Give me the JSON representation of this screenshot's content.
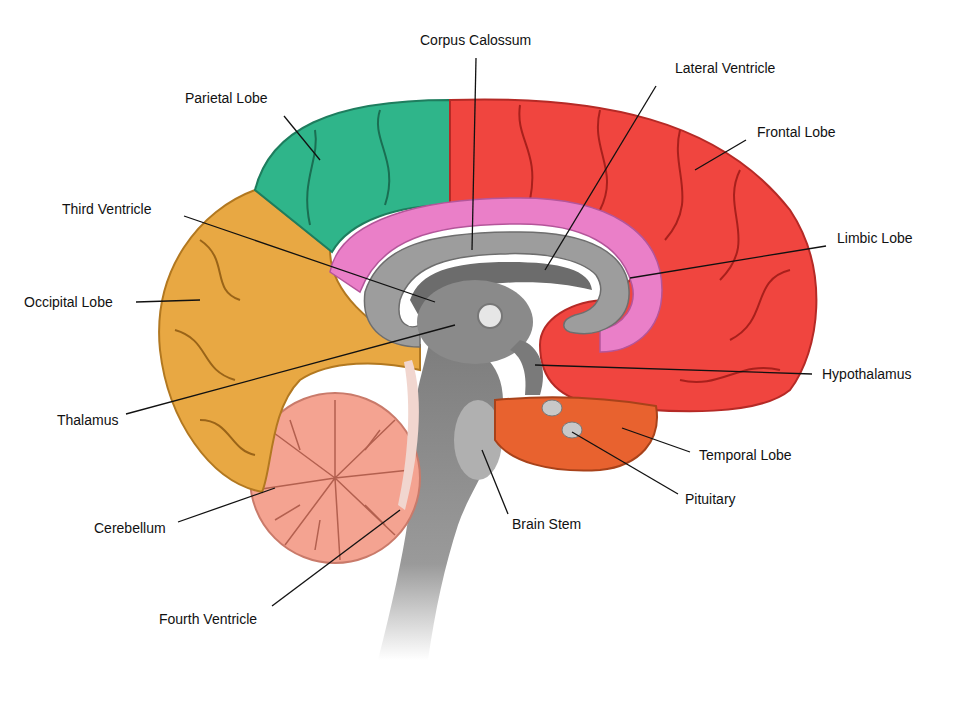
{
  "diagram": {
    "labels": [
      "Corpus Calossum",
      "Lateral Ventricle",
      "Parietal Lobe",
      "Frontal Lobe",
      "Third Ventricle",
      "Limbic Lobe",
      "Occipital Lobe",
      "Hypothalamus",
      "Thalamus",
      "Temporal Lobe",
      "Pituitary",
      "Cerebellum",
      "Brain Stem",
      "Fourth Ventricle"
    ]
  }
}
